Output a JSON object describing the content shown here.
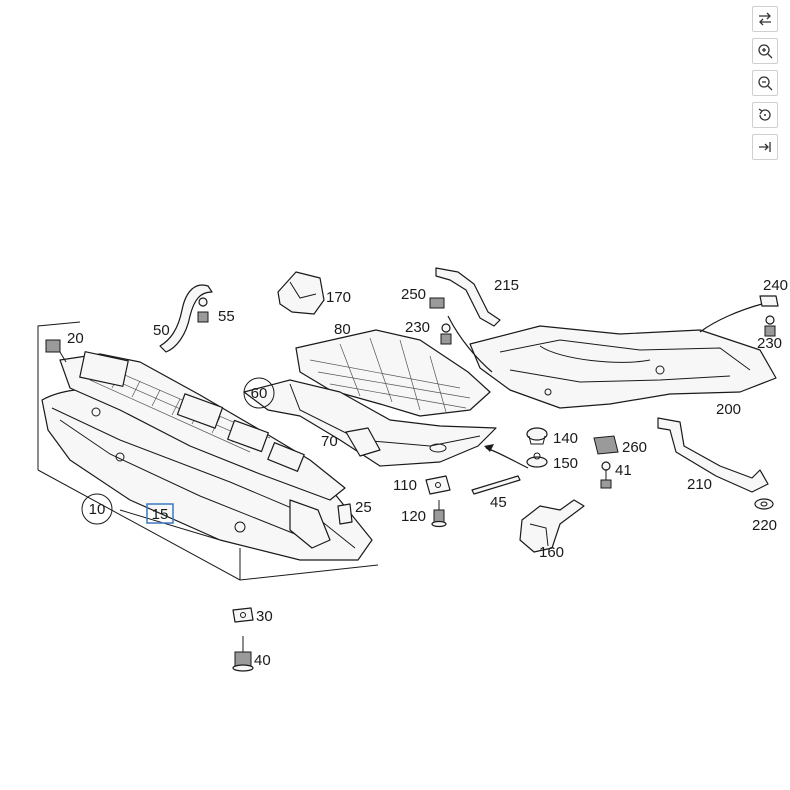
{
  "toolbar": {
    "swap": {
      "icon": "swap-arrows-icon"
    },
    "zoom_in": {
      "icon": "zoom-in-icon"
    },
    "zoom_out": {
      "icon": "zoom-out-icon"
    },
    "reset": {
      "icon": "reset-rotate-icon"
    },
    "collapse": {
      "icon": "collapse-right-icon"
    }
  },
  "callouts": {
    "c10": "10",
    "c15": "15",
    "c20": "20",
    "c25": "25",
    "c30": "30",
    "c40": "40",
    "c41": "41",
    "c45": "45",
    "c50": "50",
    "c55": "55",
    "c60": "60",
    "c70": "70",
    "c80": "80",
    "c110": "110",
    "c120": "120",
    "c140": "140",
    "c150": "150",
    "c160": "160",
    "c170": "170",
    "c200": "200",
    "c210": "210",
    "c215": "215",
    "c220": "220",
    "c230a": "230",
    "c230b": "230",
    "c240": "240",
    "c250": "250",
    "c260": "260"
  },
  "colors": {
    "line": "#1a1a1a",
    "highlight_box": "#3a78c2",
    "toolbar_border": "#cfcfcf"
  }
}
